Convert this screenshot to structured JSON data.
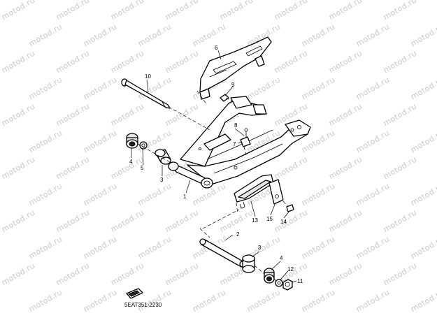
{
  "watermark": {
    "text": "motod.ru",
    "color": "#c9c9c9"
  },
  "reference_code": "5EAT351-2230",
  "badge_icon": "front-direction-badge-icon",
  "callouts": [
    {
      "id": "c1",
      "text": "1"
    },
    {
      "id": "c2",
      "text": "2"
    },
    {
      "id": "c3a",
      "text": "3"
    },
    {
      "id": "c3b",
      "text": "3"
    },
    {
      "id": "c4a",
      "text": "4"
    },
    {
      "id": "c4b",
      "text": "4"
    },
    {
      "id": "c5",
      "text": "5"
    },
    {
      "id": "c6",
      "text": "6"
    },
    {
      "id": "c7",
      "text": "7"
    },
    {
      "id": "c8",
      "text": "8"
    },
    {
      "id": "c9",
      "text": "9"
    },
    {
      "id": "c10",
      "text": "10"
    },
    {
      "id": "c11",
      "text": "11"
    },
    {
      "id": "c12",
      "text": "12"
    },
    {
      "id": "c13",
      "text": "13"
    },
    {
      "id": "c14",
      "text": "14"
    },
    {
      "id": "c15",
      "text": "15"
    }
  ]
}
